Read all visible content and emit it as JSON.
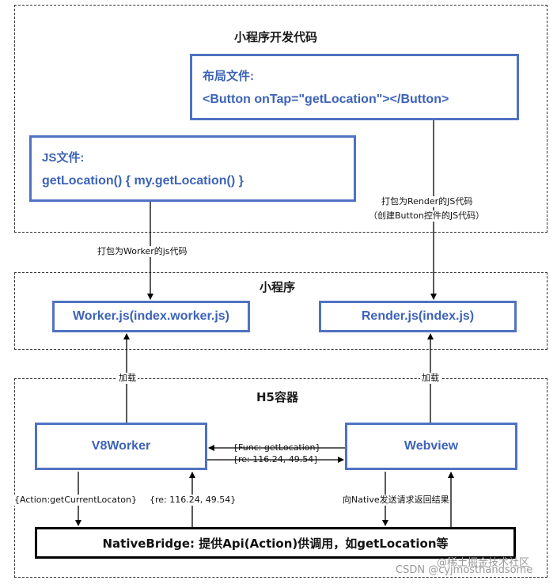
{
  "sections": {
    "dev_code": "小程序开发代码",
    "mini_program": "小程序",
    "h5_container": "H5容器"
  },
  "layout_file": {
    "title": "布局文件:",
    "code": "<Button onTap=\"getLocation\"></Button>"
  },
  "js_file": {
    "title": "JS文件:",
    "code": "getLocation() { my.getLocation() }"
  },
  "boxes": {
    "worker_js": "Worker.js(index.worker.js)",
    "render_js": "Render.js(index.js)",
    "v8worker": "V8Worker",
    "webview": "Webview",
    "native_bridge": "NativeBridge: 提供Api(Action)供调用，如getLocation等"
  },
  "labels": {
    "pack_render_1": "打包为Render的JS代码",
    "pack_render_2": "（创建Button控件的JS代码）",
    "pack_worker": "打包为Worker的js代码",
    "load_left": "加载",
    "load_right": "加载",
    "func_call": "{Func: getLocation}",
    "re_webview": "{re: 116.24, 49.54}",
    "action_call": "{Action:getCurrentLocaton}",
    "re_v8": "{re: 116.24, 49.54}",
    "native_request": "向Native发送请求返回结果"
  },
  "watermark": {
    "line1": "@稀土掘金技术社区",
    "line2": "CSDN @cyjmosthandsome"
  },
  "colors": {
    "box_border": "#4f72c2",
    "box_text": "#3d63b8"
  }
}
